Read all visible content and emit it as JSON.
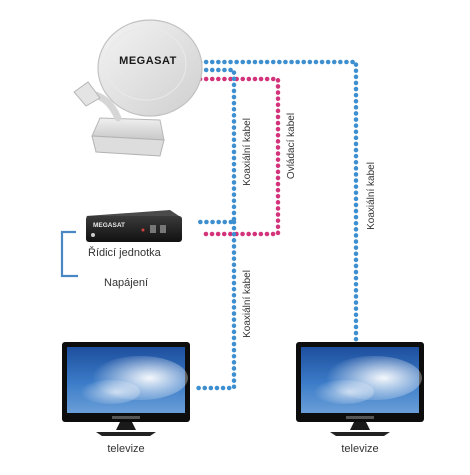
{
  "brand": {
    "name": "MEGASAT"
  },
  "labels": {
    "control_unit": "Řídicí jednotka",
    "power": "Napájení",
    "coax_1": "Koaxiální kabel",
    "control_cable": "Ovládací kabel",
    "coax_2": "Koaxiální kabel",
    "coax_3": "Koaxiální kabel",
    "tv_left": "televize",
    "tv_right": "televize"
  },
  "colors": {
    "coax": "#3d8fd0",
    "control": "#d2337a",
    "power_line": "#4a87c5",
    "label": "#333333"
  },
  "icons": {
    "dish": "satellite-dish-icon",
    "control_unit": "control-unit-box-icon",
    "tv": "television-icon"
  }
}
